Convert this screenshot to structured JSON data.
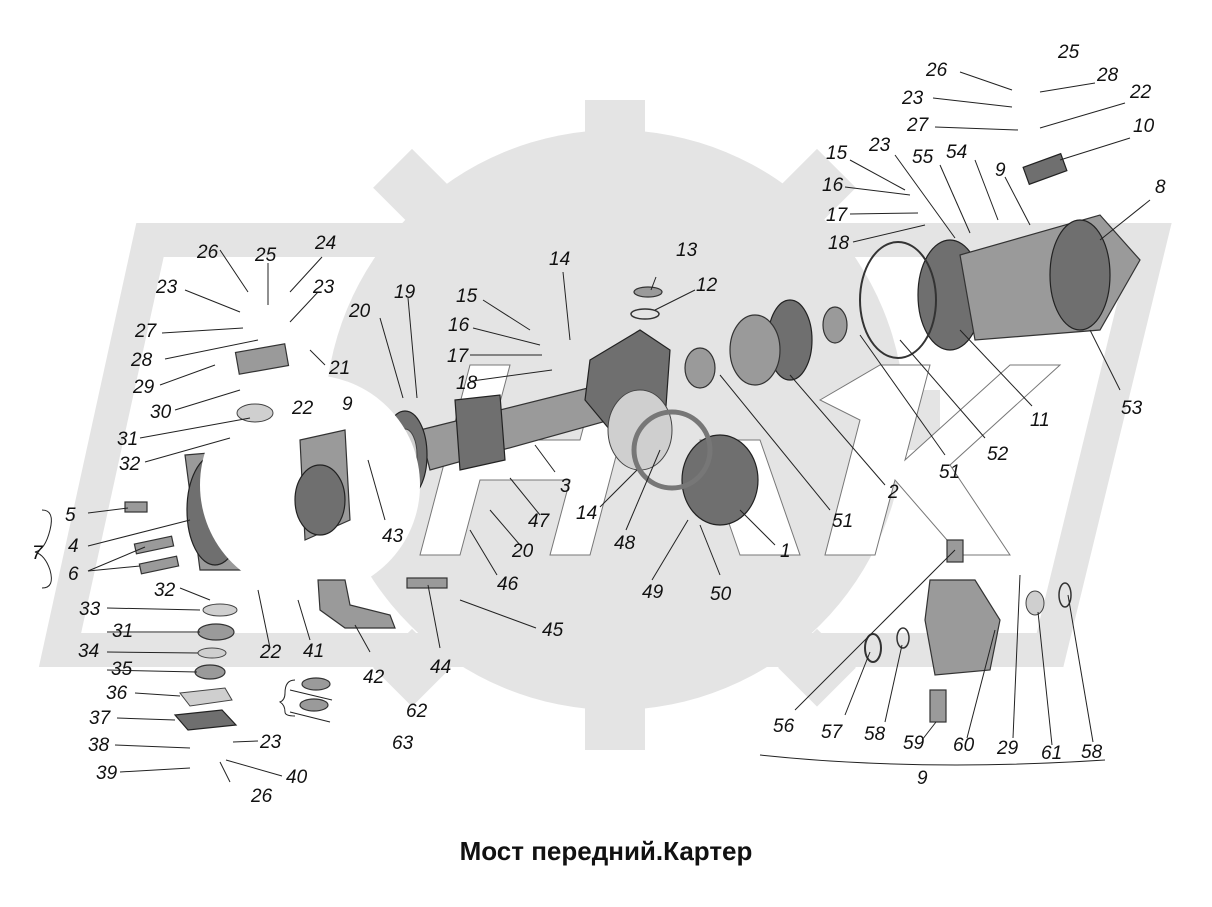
{
  "caption": "Мост передний.Картер",
  "callouts": {
    "c1": "1",
    "c2": "2",
    "c3": "3",
    "c4": "4",
    "c5": "5",
    "c6": "6",
    "c7": "7",
    "c8": "8",
    "c9a": "9",
    "c9b": "9",
    "c9c": "9",
    "c10": "10",
    "c11": "11",
    "c12": "12",
    "c13": "13",
    "c14a": "14",
    "c14b": "14",
    "c15a": "15",
    "c15b": "15",
    "c16a": "16",
    "c16b": "16",
    "c17a": "17",
    "c17b": "17",
    "c18a": "18",
    "c18b": "18",
    "c19": "19",
    "c20a": "20",
    "c20b": "20",
    "c21": "21",
    "c22a": "22",
    "c22b": "22",
    "c22c": "22",
    "c23a": "23",
    "c23b": "23",
    "c23c": "23",
    "c23d": "23",
    "c23e": "23",
    "c24": "24",
    "c25a": "25",
    "c25b": "25",
    "c26a": "26",
    "c26b": "26",
    "c26c": "26",
    "c27a": "27",
    "c27b": "27",
    "c28a": "28",
    "c28b": "28",
    "c29a": "29",
    "c29b": "29",
    "c30": "30",
    "c31a": "31",
    "c31b": "31",
    "c32a": "32",
    "c32b": "32",
    "c33": "33",
    "c34": "34",
    "c35": "35",
    "c36": "36",
    "c37": "37",
    "c38": "38",
    "c39": "39",
    "c40": "40",
    "c41": "41",
    "c42": "42",
    "c43": "43",
    "c44": "44",
    "c45": "45",
    "c46": "46",
    "c47": "47",
    "c48": "48",
    "c49": "49",
    "c50": "50",
    "c51a": "51",
    "c51b": "51",
    "c52": "52",
    "c53": "53",
    "c54": "54",
    "c55": "55",
    "c56": "56",
    "c57": "57",
    "c58a": "58",
    "c58b": "58",
    "c59": "59",
    "c60": "60",
    "c61": "61",
    "c62": "62",
    "c63": "63"
  },
  "colors": {
    "watermark": "#e2e2e2",
    "part": "#9a9a9a",
    "part_dark": "#6f6f6f",
    "part_light": "#cfcfcf"
  }
}
